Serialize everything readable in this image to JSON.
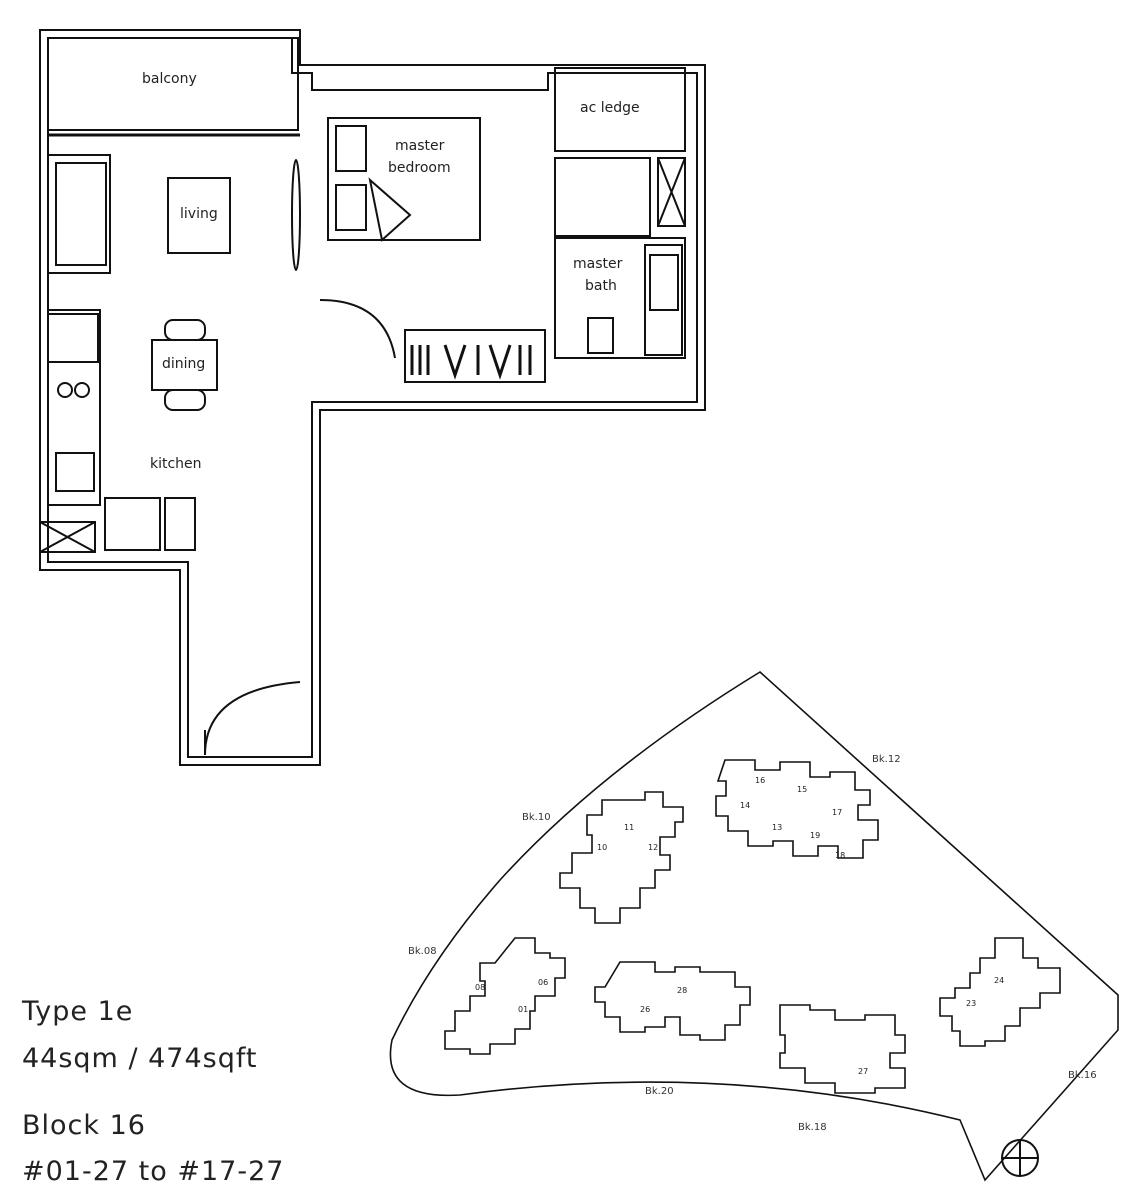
{
  "rooms": {
    "balcony": "balcony",
    "ac_ledge": "ac ledge",
    "master_bedroom_1": "master",
    "master_bedroom_2": "bedroom",
    "living": "living",
    "master_bath_1": "master",
    "master_bath_2": "bath",
    "dining": "dining",
    "kitchen": "kitchen"
  },
  "blocks": {
    "bk10": "Bk.10",
    "bk12": "Bk.12",
    "bk08": "Bk.08",
    "bk20": "Bk.20",
    "bk18": "Bk.18",
    "bk16": "Bk.16"
  },
  "info": {
    "type": "Type 1e",
    "area": "44sqm / 474sqft",
    "block": "Block 16",
    "units": "#01-27 to #17-27"
  },
  "unit_numbers": {
    "u16": "16",
    "u15": "15",
    "u17": "17",
    "u14": "14",
    "u13": "13",
    "u19": "19",
    "u18": "18",
    "u11": "11",
    "u10": "10",
    "u12": "12",
    "u08": "08",
    "u06": "06",
    "u01": "01",
    "u28": "28",
    "u26": "26",
    "u27": "27",
    "u24": "24",
    "u23": "23"
  }
}
